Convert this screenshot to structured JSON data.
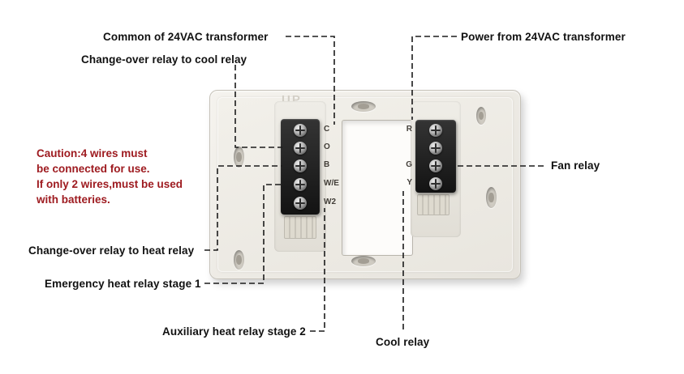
{
  "plate": {
    "marking": "UP"
  },
  "callouts": {
    "common": "Common of 24VAC transformer",
    "cool_changeover": "Change-over relay to cool relay",
    "power": "Power from  24VAC transformer",
    "fan": "Fan relay",
    "heat_changeover": "Change-over relay to heat relay",
    "emergency_heat": "Emergency heat relay stage 1",
    "auxiliary_heat": "Auxiliary heat relay stage 2",
    "cool": "Cool relay"
  },
  "caution": {
    "lines": [
      "Caution:4 wires must",
      "be connected for use.",
      "If only 2 wires,must be used",
      "with batteries."
    ]
  },
  "terminals": {
    "left": [
      "C",
      "O",
      "B",
      "W/E",
      "W2"
    ],
    "right": [
      "R",
      "G",
      "Y"
    ]
  },
  "colors": {
    "caution_text": "#9e1b20",
    "callout_text": "#111111",
    "plate": "#ece9e2",
    "terminal_block": "#1d1d1d"
  }
}
